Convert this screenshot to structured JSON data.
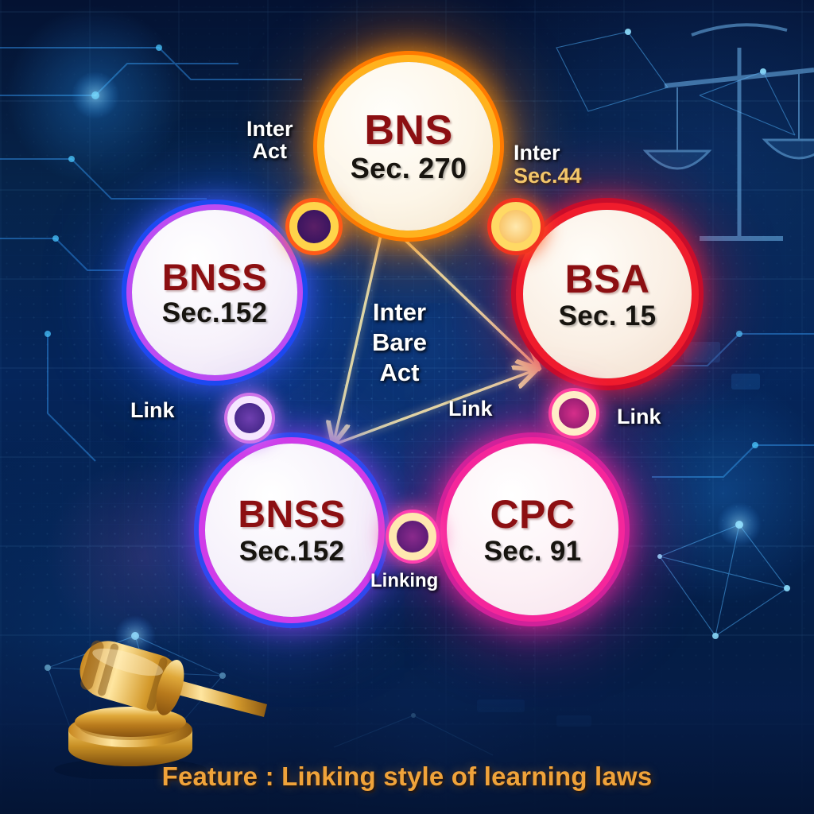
{
  "caption": "Feature : Linking style of learning laws",
  "nodes": [
    {
      "id": "bns",
      "abbr": "BNS",
      "section": "Sec. 270",
      "color": "#ffb21d"
    },
    {
      "id": "bnss_left",
      "abbr": "BNSS",
      "section": "Sec.152",
      "color": "#1d49f0"
    },
    {
      "id": "bsa",
      "abbr": "BSA",
      "section": "Sec. 15",
      "color": "#f01c2c"
    },
    {
      "id": "bnss_bottom",
      "abbr": "BNSS",
      "section": "Sec.152",
      "color": "#d03ce8"
    },
    {
      "id": "cpc",
      "abbr": "CPC",
      "section": "Sec. 91",
      "color": "#f5269b"
    }
  ],
  "labels": {
    "inter_act": "Inter\nAct",
    "inter_right_word": "Inter",
    "inter_right_section": "Sec.44",
    "inter_bare_act": "Inter\nBare\nAct",
    "link_left": "Link",
    "link_mid": "Link",
    "link_right": "Link",
    "linking": "Linking"
  },
  "connectors": [
    {
      "id": "bnss_bns",
      "ring_color": "#ffd44a"
    },
    {
      "id": "bns_bsa",
      "ring_color": "#ffd964"
    },
    {
      "id": "bnss_link",
      "ring_color": "#f6e6ff"
    },
    {
      "id": "bsa_link",
      "ring_color": "#ffeec8"
    },
    {
      "id": "bottom_linking",
      "ring_color": "#ffe8b0"
    }
  ],
  "decor": {
    "gavel": "gavel-icon",
    "scales": "scales-of-justice-icon"
  },
  "theme": {
    "background": "#04204c",
    "caption_color": "#f0a33a",
    "abbr_color": "#8c0f12",
    "section_color": "#17140f",
    "arrow_color": "#f0e3a8"
  }
}
